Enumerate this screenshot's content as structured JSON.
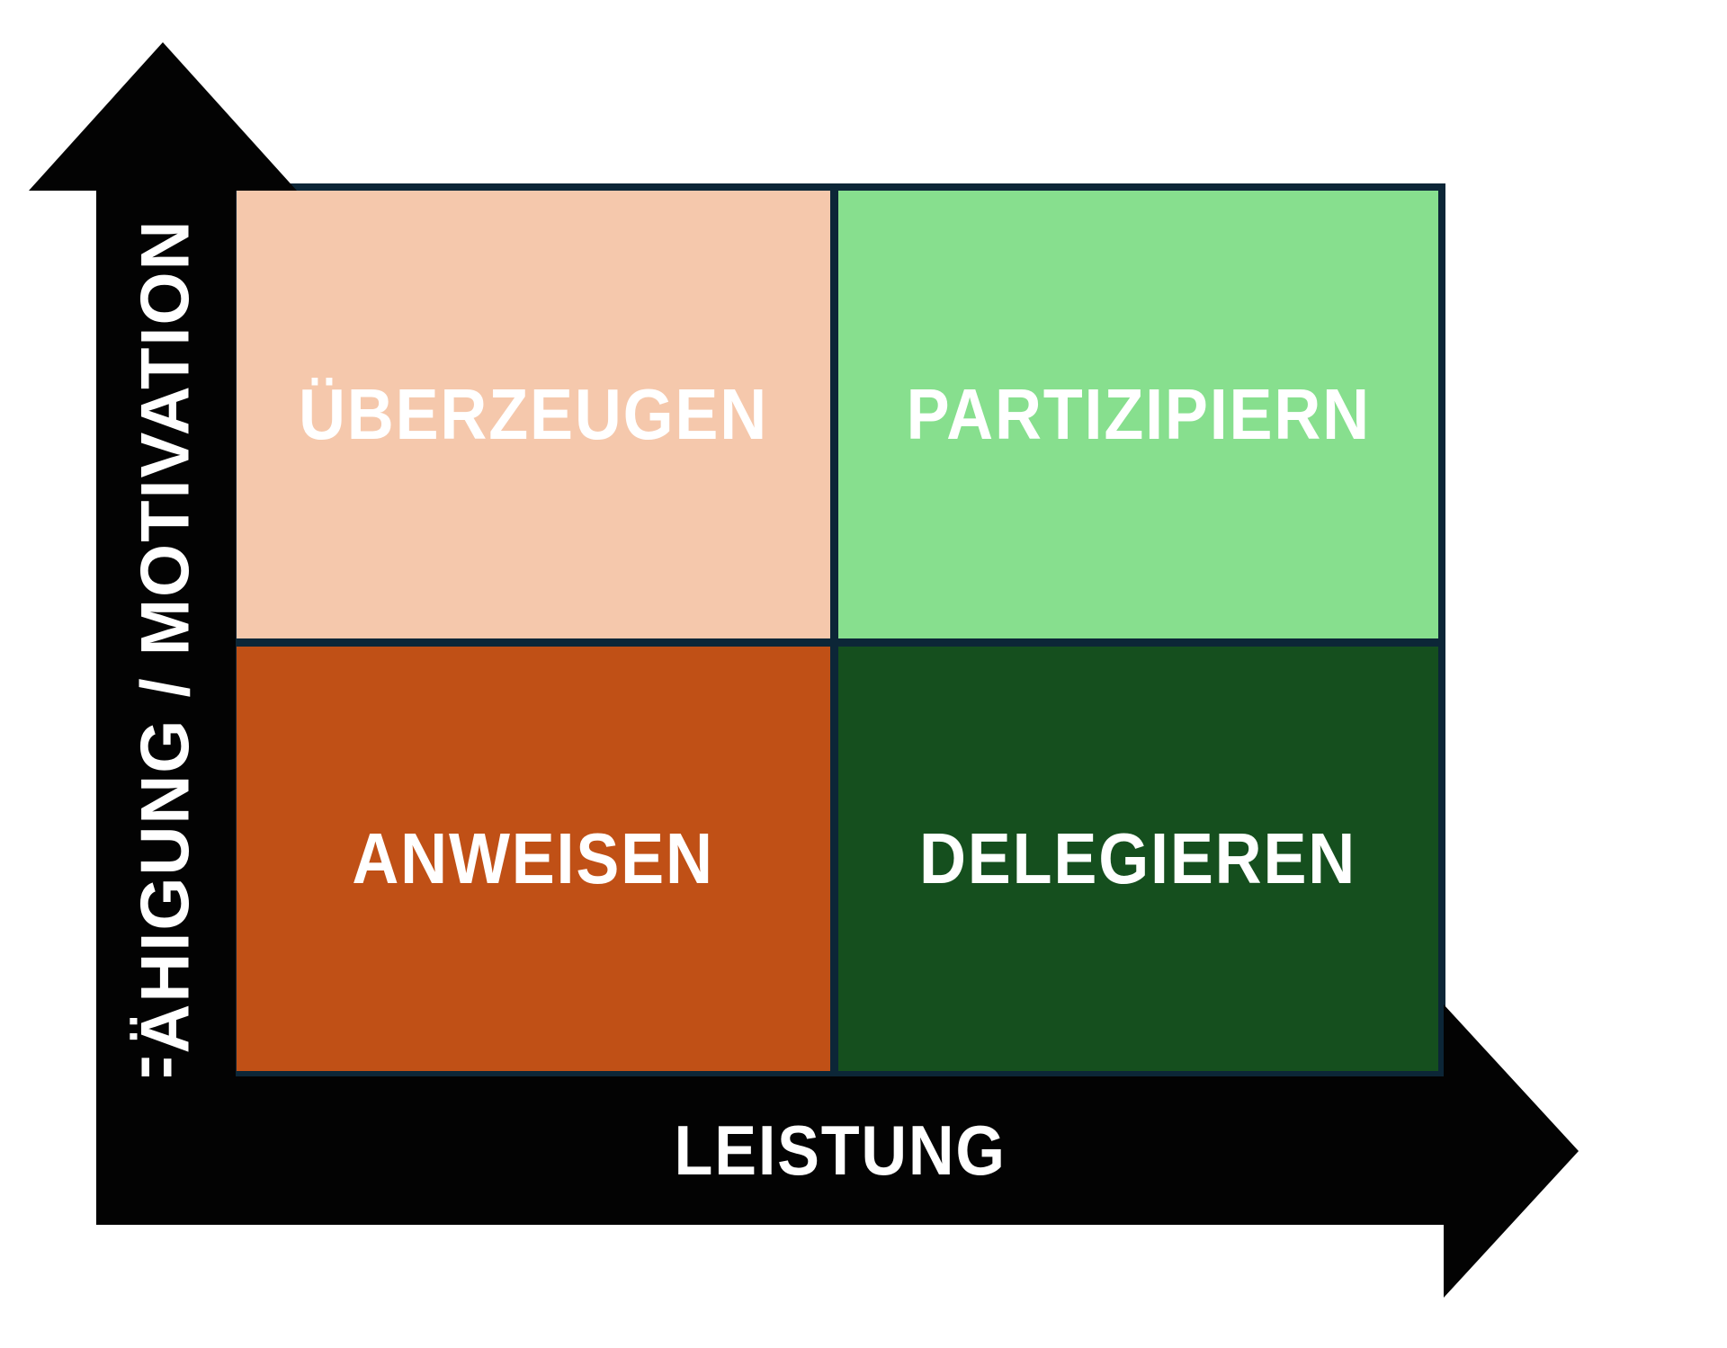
{
  "y_axis": {
    "label": "BEFÄHIGUNG / MOTIVATION"
  },
  "x_axis": {
    "label": "LEISTUNG"
  },
  "quadrants": {
    "top_left": {
      "label": "ÜBERZEUGEN",
      "bg": "#F5C8AC"
    },
    "top_right": {
      "label": "PARTIZIPIERN",
      "bg": "#87DF8E"
    },
    "bottom_left": {
      "label": "ANWEISEN",
      "bg": "#C05016"
    },
    "bottom_right": {
      "label": "DELEGIEREN",
      "bg": "#154F1E"
    }
  },
  "colors": {
    "axis_arrow": "#030303",
    "grid_line": "#0C2637",
    "canvas": "#FFFFFF",
    "label_text": "#FFFFFF"
  }
}
